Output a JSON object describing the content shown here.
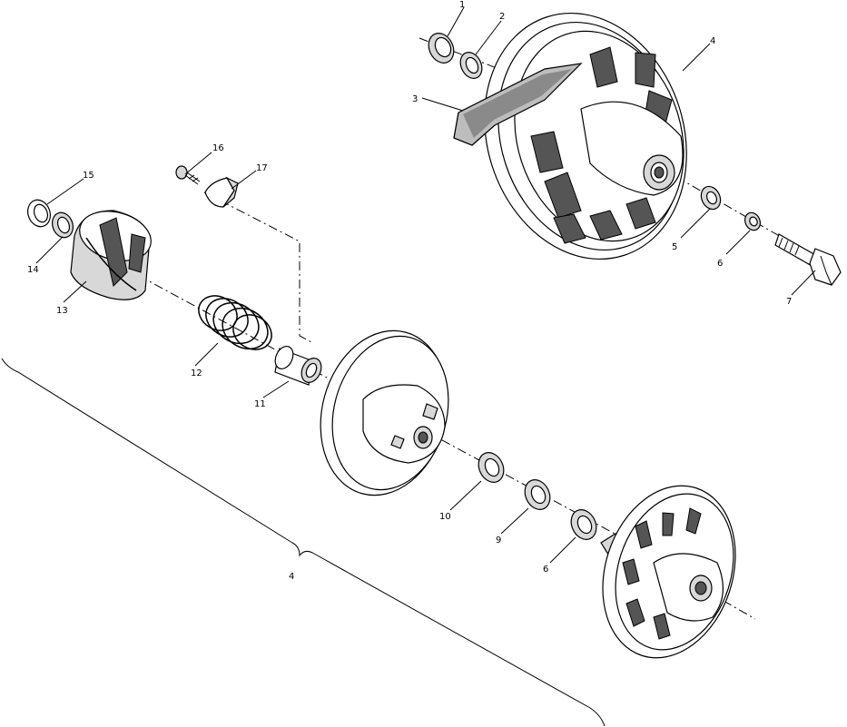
{
  "callouts": {
    "c1": "1",
    "c2": "2",
    "c3": "3",
    "c4_top": "4",
    "c5": "5",
    "c6_top": "6",
    "c7": "7",
    "c15": "15",
    "c16": "16",
    "c17": "17",
    "c14": "14",
    "c13": "13",
    "c12": "12",
    "c11": "11",
    "c10": "10",
    "c9": "9",
    "c6_bottom": "6",
    "c4_bracket": "4"
  }
}
